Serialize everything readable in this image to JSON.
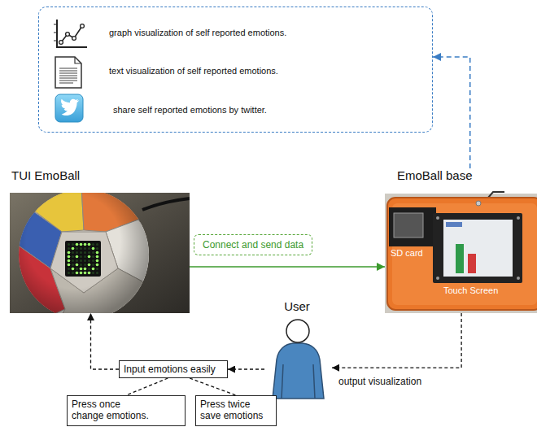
{
  "diagram": {
    "nodes": [
      {
        "text": [
          "graph visualization of self reported emotions.",
          "text visualization of self reported emotions.",
          "share self reported emotions by twitter."
        ]
      },
      {
        "text": [
          "TUI EmoBall"
        ]
      },
      {
        "text": [
          "EmoBall base",
          "SD card",
          "Touch Screen"
        ]
      },
      {
        "text": [
          "User"
        ]
      },
      {
        "text": [
          "Input emotions easily"
        ]
      },
      {
        "text": [
          "Press once change emotions."
        ]
      },
      {
        "text": [
          "Press twice save emotions"
        ]
      }
    ],
    "edges": [
      {
        "from": 2,
        "to": 0,
        "arrow": "to"
      },
      {
        "from": 1,
        "to": 2,
        "label": "Connect and send data",
        "arrow": "to"
      },
      {
        "from": 2,
        "to": 3,
        "label": "output visualization",
        "arrow": "to"
      },
      {
        "from": 3,
        "to": 4,
        "arrow": "to"
      },
      {
        "from": 4,
        "to": 1,
        "arrow": "to"
      },
      {
        "from": 4,
        "to": 5,
        "arrow": "none"
      },
      {
        "from": 4,
        "to": 6,
        "arrow": "none"
      }
    ]
  }
}
